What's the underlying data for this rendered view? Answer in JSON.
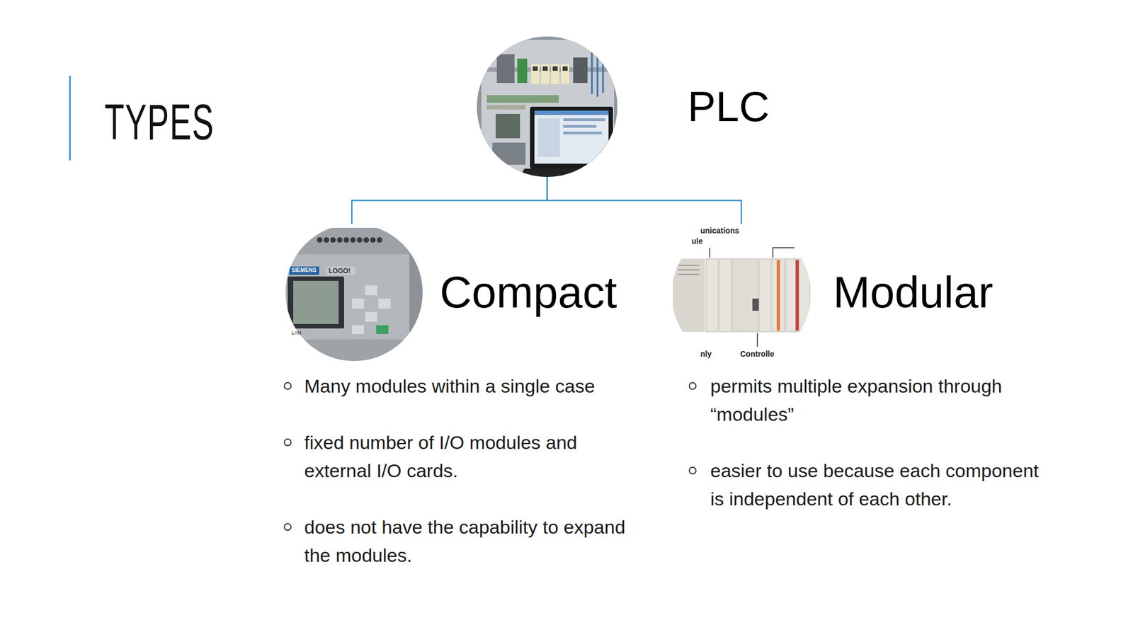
{
  "diagram": {
    "title": "TYPES",
    "nodes": [
      {
        "text": [
          "PLC"
        ]
      },
      {
        "text": [
          "Compact",
          "Many modules within a single case",
          "fixed number of I/O modules and external I/O cards.",
          "does not have the capability to expand the modules."
        ]
      },
      {
        "text": [
          "Modular",
          "permits multiple expansion through “modules”",
          "easier to use because each component is independent of each other."
        ]
      }
    ],
    "edges": [
      {
        "from": 0,
        "to": 1,
        "arrow": "none"
      },
      {
        "from": 0,
        "to": 2,
        "arrow": "none"
      }
    ],
    "labels": [
      "SIEMENS",
      "LOGO!",
      "LAN",
      "unications",
      "ule",
      "nly",
      "Controlle"
    ]
  }
}
